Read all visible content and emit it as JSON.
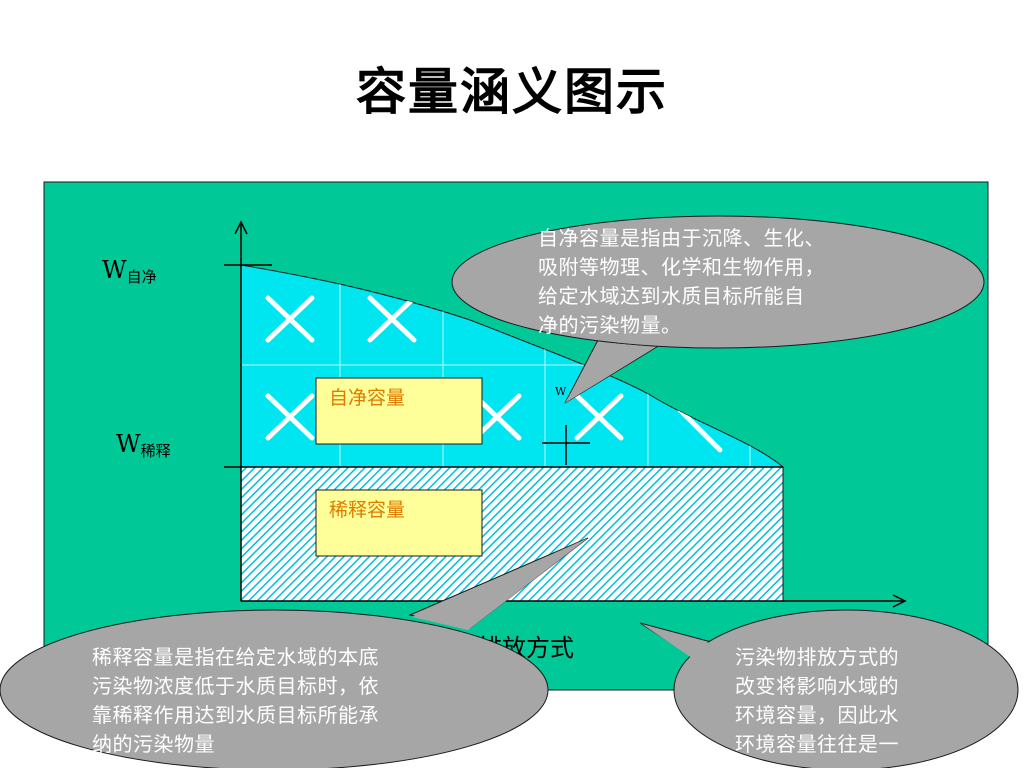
{
  "slide": {
    "title": "容量涵义图示"
  },
  "diagram": {
    "y_label_self_main": "W",
    "y_label_self_sub": "自净",
    "y_label_dilute_main": "W",
    "y_label_dilute_sub": "稀释",
    "point_label": "W",
    "x_axis_label": "排放方式",
    "box_self_purification": "自净容量",
    "box_dilution": "稀释容量",
    "colors": {
      "background": "#00c896",
      "self_region": "#00e6f0",
      "dilution_hatch": "#00c0d8",
      "box_fill": "#ffff99",
      "box_text": "#e07b00",
      "callout_fill": "#a6a6a6"
    }
  },
  "callouts": {
    "self_purification_def": [
      "自净容量是指由于沉降、生化、",
      "吸附等物理、化学和生物作用，",
      "给定水域达到水质目标所能自",
      "净的污染物量。"
    ],
    "dilution_def": [
      "稀释容量是指在给定水域的本底",
      "污染物浓度低于水质目标时，依",
      "靠稀释作用达到水质目标所能承",
      "纳的污染物量"
    ],
    "emission_def": [
      "污染物排放方式的",
      "改变将影响水域的",
      "环境容量，因此水",
      "环境容量往往是一"
    ]
  }
}
